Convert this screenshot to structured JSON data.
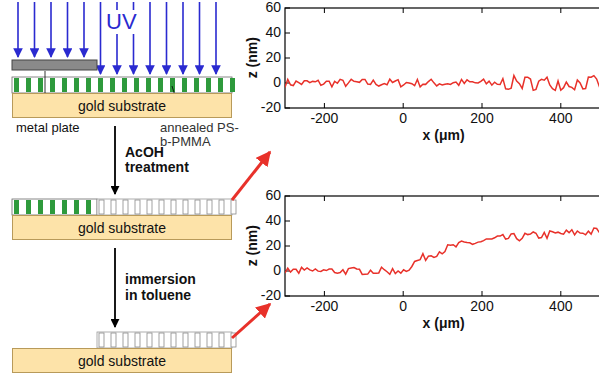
{
  "diagram": {
    "nodes": [
      {
        "text": [
          "gold substrate"
        ]
      },
      {
        "text": [
          "gold substrate"
        ]
      },
      {
        "text": [
          "gold substrate"
        ]
      }
    ],
    "edges": [
      {
        "from": 0,
        "to": 1,
        "arrow": "to",
        "label": "AcOH treatment"
      },
      {
        "from": 1,
        "to": 2,
        "arrow": "to",
        "label": "immersion in toluene"
      }
    ],
    "labels": [
      "UV",
      "metal plate",
      "annealed PS-b-PMMA",
      "z (nm)",
      "x (μm)",
      "60",
      "40",
      "20",
      "0",
      "-20",
      "-200",
      "0",
      "200",
      "400",
      "z (nm)",
      "x (μm)",
      "60",
      "40",
      "20",
      "0",
      "-20",
      "-200",
      "0",
      "200",
      "400"
    ]
  }
}
